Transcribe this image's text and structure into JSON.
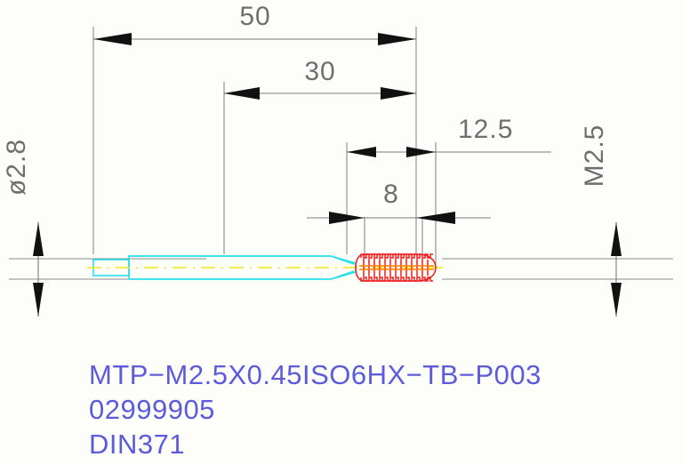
{
  "drawing": {
    "background_color": "#fdfdfa",
    "part_outline_color": "#22e0e8",
    "centerline_color": "#f2e718",
    "thread_color": "#f41a1a",
    "dimension_color": "#6e6e6e",
    "title_color": "#5b5bdb"
  },
  "dimensions": {
    "overall_length": "50",
    "shank_to_thread": "30",
    "thread_end_offset": "12.5",
    "thread_length": "8",
    "shank_diameter": "ø2.8",
    "thread_size": "M2.5"
  },
  "title_block": {
    "line1": "MTP−M2.5X0.45ISO6HX−TB−P003",
    "line2": "02999905",
    "line3": "DIN371"
  }
}
